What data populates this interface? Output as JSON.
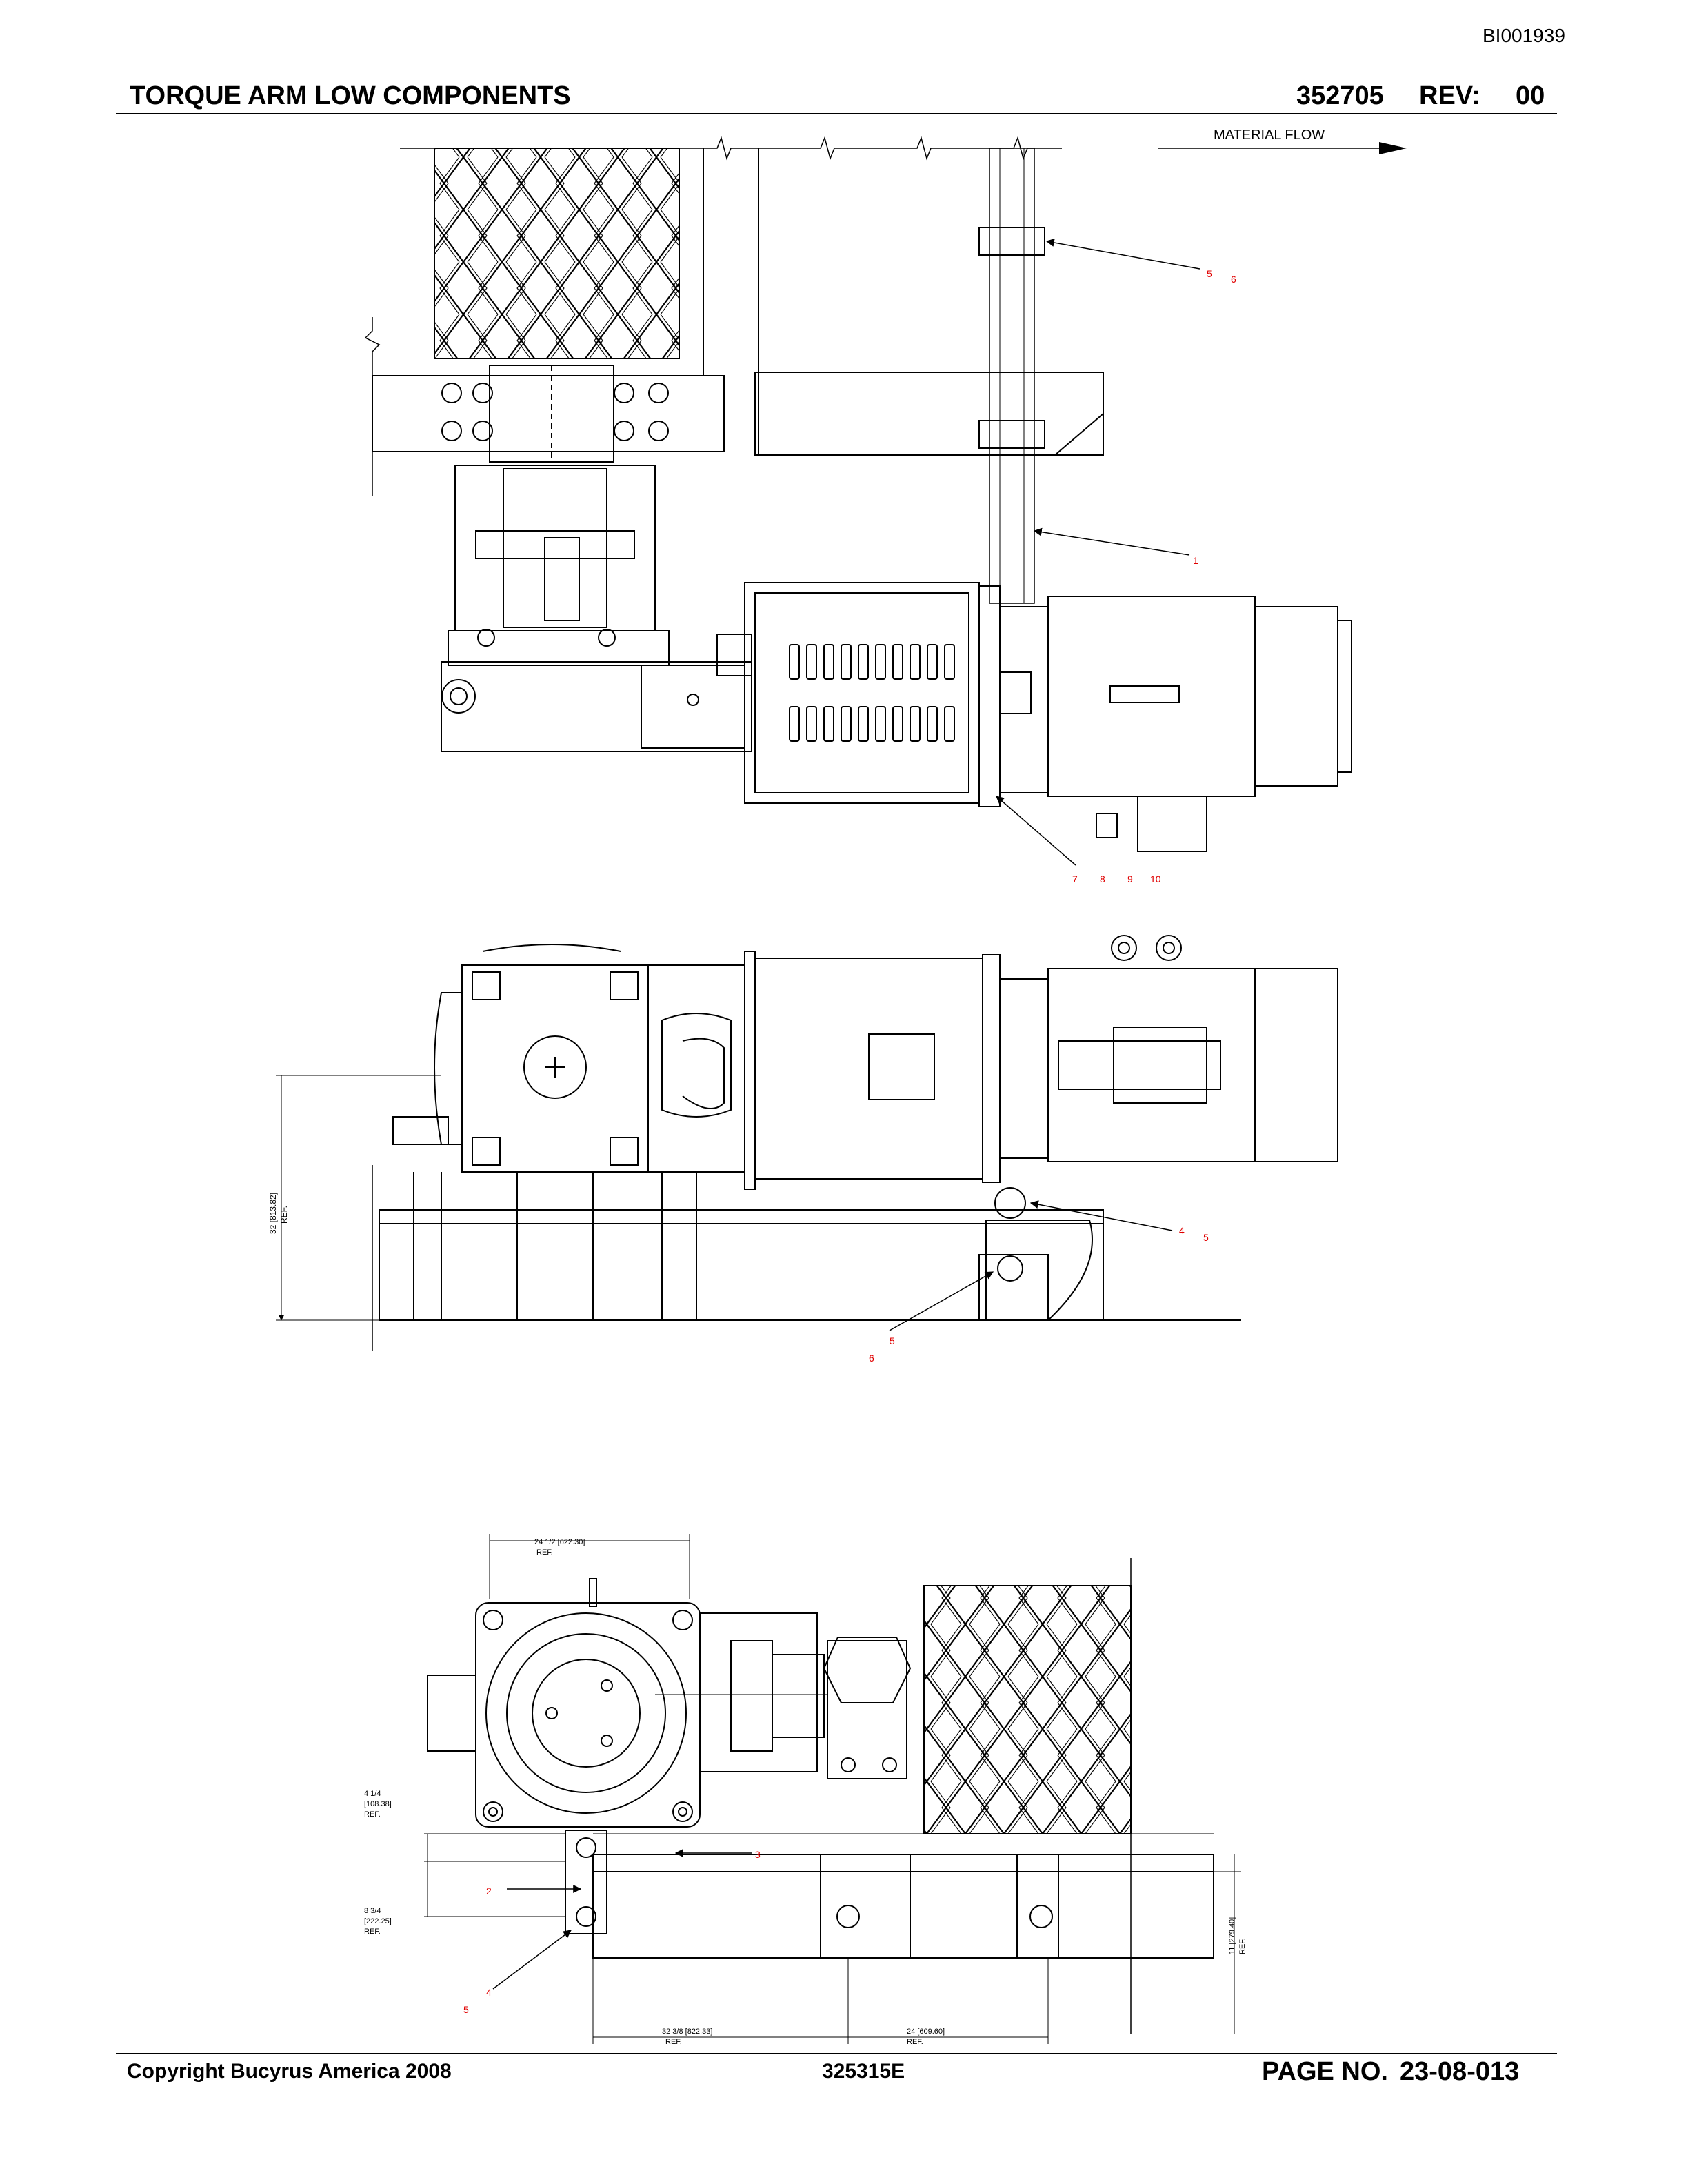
{
  "doc_id": "BI001939",
  "header": {
    "title": "TORQUE ARM LOW COMPONENTS",
    "part_number": "352705",
    "rev_label": "REV:",
    "rev_value": "00"
  },
  "top_view": {
    "flow_label": "MATERIAL FLOW",
    "callouts": [
      "5",
      "6",
      "1",
      "7",
      "8",
      "9",
      "10"
    ]
  },
  "side_view": {
    "dim_label": "32 [813.82]",
    "dim_ref": "REF.",
    "callouts": [
      "4",
      "5",
      "5",
      "6"
    ]
  },
  "end_view": {
    "dim_top": "24 1/2 [622.30]",
    "dim_top_ref": "REF.",
    "dim_left_1_a": "4 1/4",
    "dim_left_1_b": "[108.38]",
    "dim_left_1_ref": "REF.",
    "dim_left_2_a": "8 3/4",
    "dim_left_2_b": "[222.25]",
    "dim_left_2_ref": "REF.",
    "dim_right": "11 [279.40]",
    "dim_right_ref": "REF.",
    "dim_bottom_1": "32 3/8 [822.33]",
    "dim_bottom_1_ref": "REF.",
    "dim_bottom_2": "24 [609.60]",
    "dim_bottom_2_ref": "REF.",
    "callouts": [
      "3",
      "2",
      "4",
      "5"
    ]
  },
  "footer": {
    "copyright": "Copyright Bucyrus America 2008",
    "doc_number": "325315E",
    "page_label": "PAGE NO.",
    "page_value": "23-08-013"
  },
  "colors": {
    "line": "#000000",
    "callout": "#e00000"
  }
}
